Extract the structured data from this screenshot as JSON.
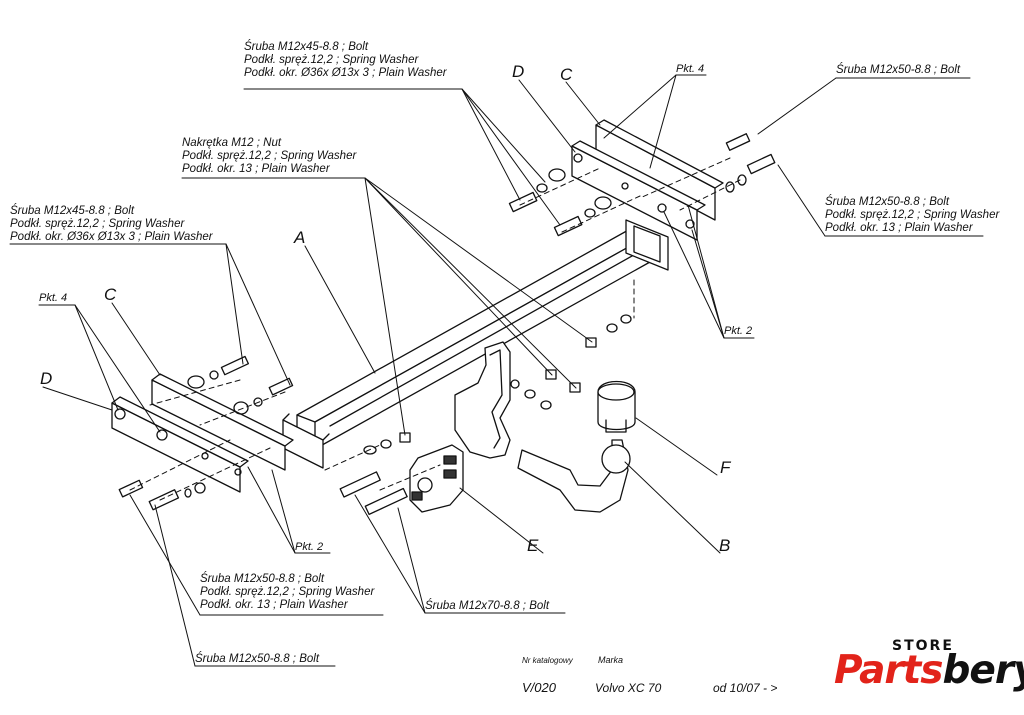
{
  "callouts": {
    "top_left_bolt": [
      "Śruba M12x45-8.8 ;  Bolt",
      "Podkł. spręż.12,2 ; Spring Washer",
      "Podkł. okr.  Ø36x Ø13x 3 ; Plain Washer"
    ],
    "nut": [
      "Nakrętka  M12 ; Nut",
      "Podkł. spręż.12,2 ; Spring Washer",
      "Podkł. okr. 13 ; Plain Washer"
    ],
    "left_bolt": [
      "Śruba M12x45-8.8 ;  Bolt",
      "Podkł. spręż.12,2 ; Spring Washer",
      "Podkł. okr.  Ø36x Ø13x 3 ; Plain Washer"
    ],
    "top_right_bolt": [
      "Śruba M12x50-8.8 ;  Bolt"
    ],
    "right_bolt": [
      "Śruba M12x50-8.8 ;  Bolt",
      "Podkł. spręż.12,2 ; Spring Washer",
      "Podkł. okr. 13 ; Plain Washer"
    ],
    "bottom_left_bolt": [
      "Śruba M12x50-8.8 ;  Bolt",
      "Podkł. spręż.12,2 ; Spring Washer",
      "Podkł. okr. 13 ; Plain Washer"
    ],
    "bottom_bolt": [
      "Śruba M12x50-8.8 ;  Bolt"
    ],
    "m70_bolt": [
      "Śruba M12x70-8.8 ;  Bolt"
    ]
  },
  "parts": {
    "A": "A",
    "B": "B",
    "C": "C",
    "D": "D",
    "E": "E",
    "F": "F"
  },
  "points": {
    "pkt4": "Pkt. 4",
    "pkt2": "Pkt. 2"
  },
  "footer": {
    "catalog_label": "Nr katalogowy",
    "brand_label": "Marka",
    "catalog_value": "V/020",
    "brand_value": "Volvo XC 70",
    "date_value": "od  10/07 - >"
  },
  "logo": {
    "store": "STORE",
    "main_part1": "Parts",
    "main_part2": "bery",
    "main_color": "#e2231a",
    "second_color": "#111111"
  }
}
